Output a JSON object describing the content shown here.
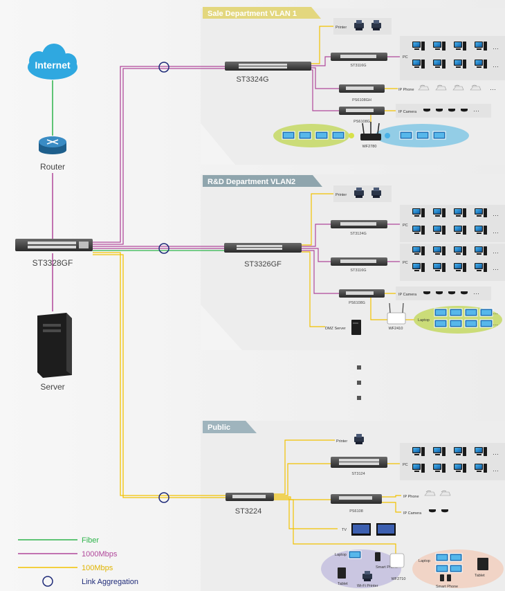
{
  "sections": {
    "sale": "Sale Department VLAN 1",
    "rd": "R&D Department VLAN2",
    "public": "Public"
  },
  "core": {
    "internet": "Internet",
    "router": "Router",
    "core_switch": "ST3328GF",
    "server": "Server"
  },
  "sale": {
    "main_switch": "ST3324G",
    "printer": "Printer",
    "sw_pc": "ST3116G",
    "pc": "PC",
    "sw_phone": "PS6108GH",
    "ip_phone": "IP Phone",
    "sw_cam": "PS6108G",
    "ip_camera": "IP Camera",
    "ap": "WF2780",
    "ellipsis": "···"
  },
  "rd": {
    "main_switch": "ST3326GF",
    "printer": "Printer",
    "sw_pc1": "ST3124G",
    "sw_pc2": "ST3116G",
    "pc": "PC",
    "sw_cam": "PS6108G",
    "ip_camera": "IP Camera",
    "dmz": "DMZ Server",
    "ap": "WF2410",
    "laptop": "Laptop",
    "ellipsis": "···"
  },
  "public": {
    "main_switch": "ST3224",
    "printer": "Printer",
    "sw_pc": "ST3124",
    "pc": "PC",
    "sw_poe": "PS6108",
    "ip_phone": "IP Phone",
    "ip_camera": "IP Camera",
    "tv": "TV",
    "laptop_left": "Laptop",
    "smart_phone_left": "Smart Phone",
    "tablet_left": "Tablet",
    "wifi_printer": "Wi-Fi Printer",
    "ap": "WF2710",
    "laptop_right": "Laptop",
    "tablet_right": "Tablet",
    "smart_phone_right": "Smart Phone"
  },
  "legend": {
    "fiber": "Fiber",
    "gbps": "1000Mbps",
    "mbps": "100Mbps",
    "link_agg": "Link Aggregation"
  },
  "colors": {
    "fiber": "#2db34a",
    "gbps": "#b0479a",
    "mbps": "#f2c200",
    "link_agg": "#1e2a78",
    "panel": "#eeeeee",
    "banner": "#8fa5ad",
    "banner_sale": "#e6dc84",
    "internet_cloud": "#2fa8e0"
  }
}
